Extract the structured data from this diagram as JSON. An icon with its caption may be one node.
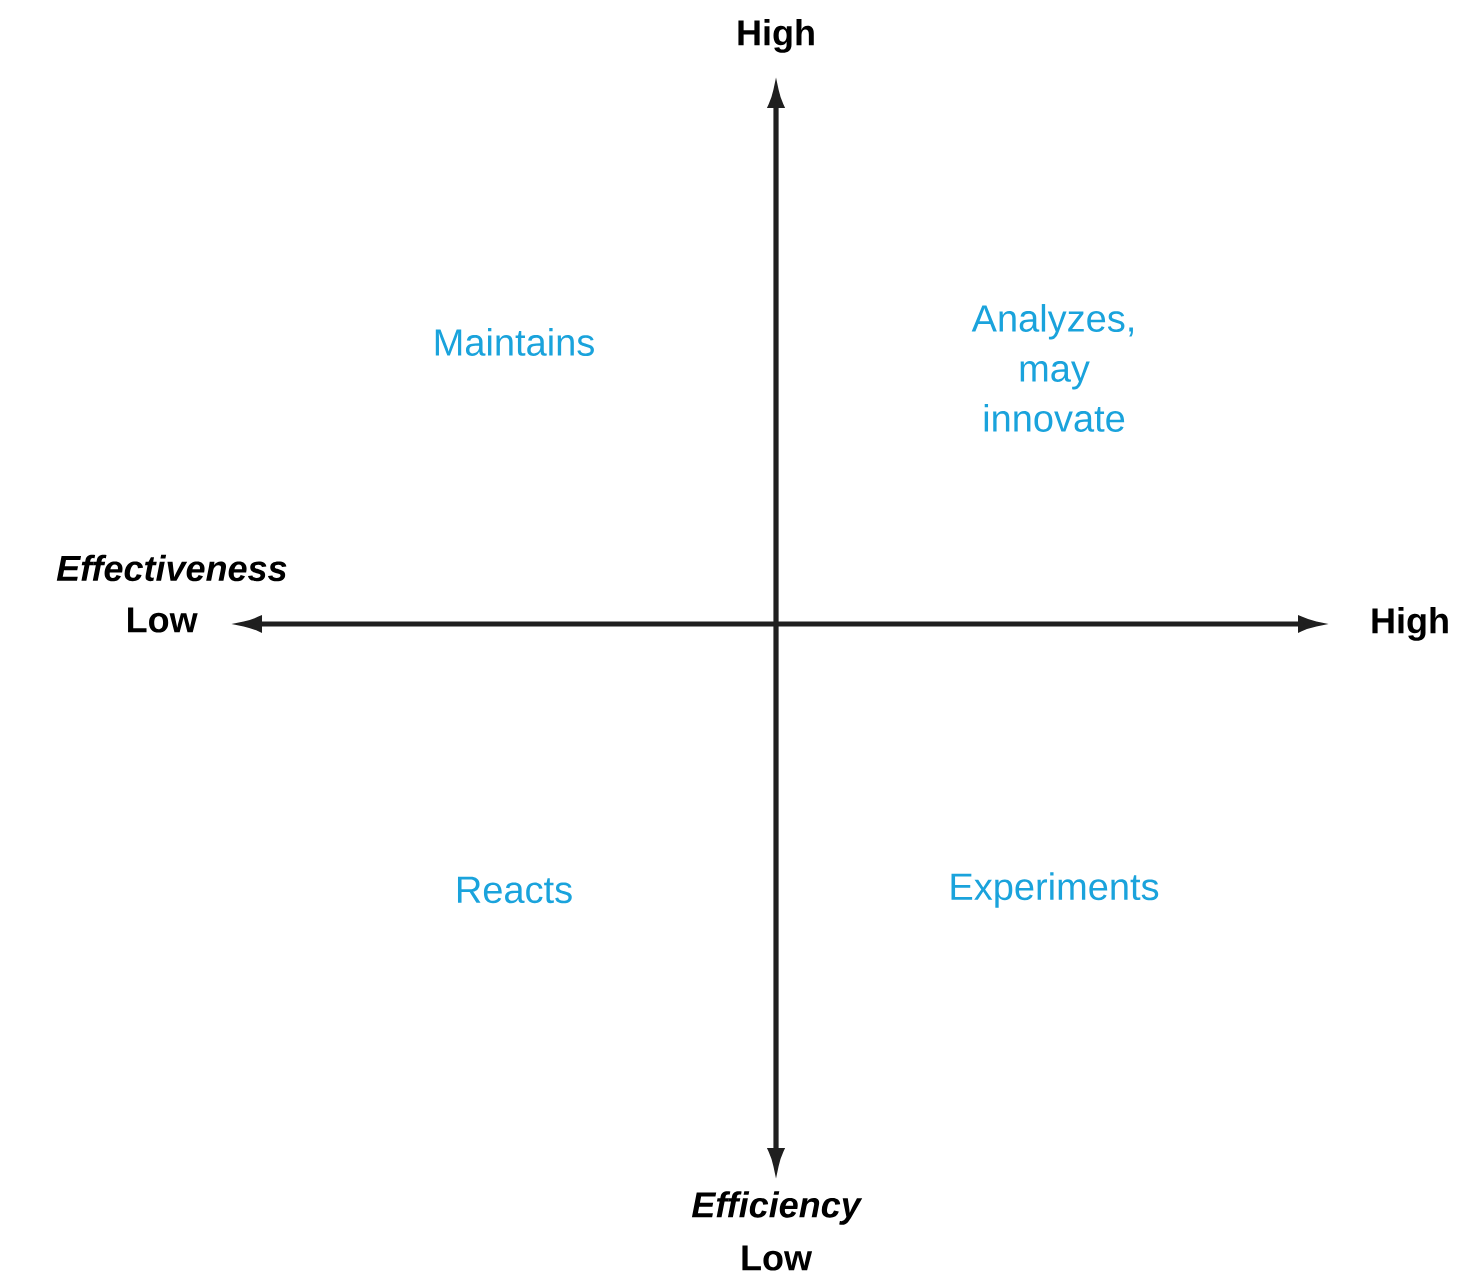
{
  "diagram": {
    "labels": [
      "High",
      "Maintains",
      "Analyzes, may innovate",
      "Effectiveness",
      "Low",
      "High",
      "Reacts",
      "Experiments",
      "Efficiency",
      "Low"
    ]
  }
}
